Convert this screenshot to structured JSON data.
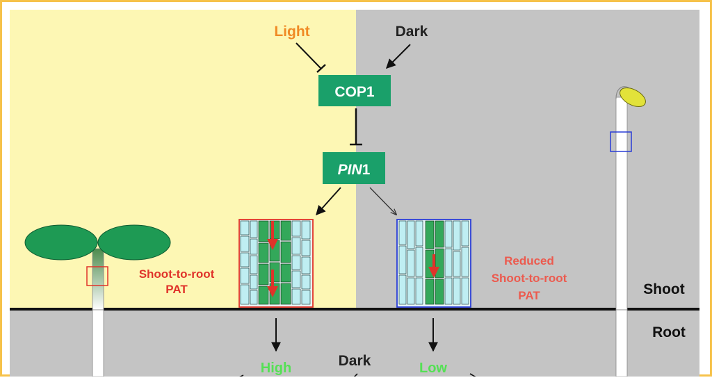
{
  "labels": {
    "light": "Light",
    "dark_top": "Dark",
    "cop1": "COP1",
    "pin1_italic": "PIN",
    "pin1_num": "1",
    "shoot_to_root_line1": "Shoot-to-root",
    "shoot_to_root_line2": "PAT",
    "reduced_line1": "Reduced",
    "reduced_line2": "Shoot-to-root",
    "reduced_line3": "PAT",
    "shoot": "Shoot",
    "root": "Root",
    "dark_bottom": "Dark",
    "high": "High",
    "low": "Low"
  },
  "colors": {
    "frame": "#f6c24a",
    "light_bg": "#fdf7b4",
    "dark_bg": "#c4c4c4",
    "box_green": "#1aa06a",
    "light_text": "#f08a24",
    "pat_red": "#e0332a",
    "reduced_red": "#ec5a4e",
    "high_low_green": "#55e055",
    "cotyledon": "#1e9a54",
    "hook_yellow": "#e2e23a",
    "cell_blue": "#bfeef2",
    "tissue_green": "#33a85a",
    "sample_blue": "#2a3dd6"
  }
}
